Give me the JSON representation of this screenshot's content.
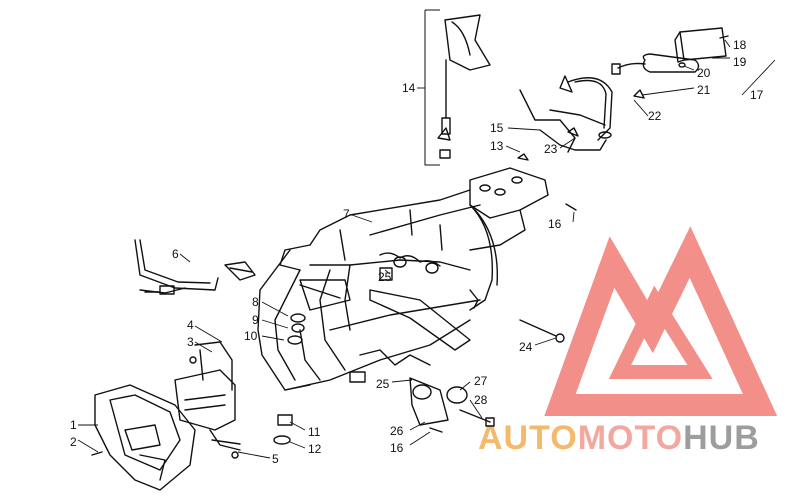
{
  "callouts": [
    {
      "id": "1",
      "label": "1"
    },
    {
      "id": "2",
      "label": "2"
    },
    {
      "id": "3",
      "label": "3"
    },
    {
      "id": "4",
      "label": "4"
    },
    {
      "id": "5",
      "label": "5"
    },
    {
      "id": "6",
      "label": "6"
    },
    {
      "id": "7",
      "label": "7"
    },
    {
      "id": "8",
      "label": "8"
    },
    {
      "id": "9",
      "label": "9"
    },
    {
      "id": "10",
      "label": "10"
    },
    {
      "id": "11",
      "label": "11"
    },
    {
      "id": "12",
      "label": "12"
    },
    {
      "id": "13",
      "label": "13"
    },
    {
      "id": "14",
      "label": "14"
    },
    {
      "id": "15",
      "label": "15"
    },
    {
      "id": "16a",
      "label": "16"
    },
    {
      "id": "16b",
      "label": "16"
    },
    {
      "id": "17",
      "label": "17"
    },
    {
      "id": "18",
      "label": "18"
    },
    {
      "id": "19",
      "label": "19"
    },
    {
      "id": "20",
      "label": "20"
    },
    {
      "id": "21",
      "label": "21"
    },
    {
      "id": "22",
      "label": "22"
    },
    {
      "id": "23",
      "label": "23"
    },
    {
      "id": "24",
      "label": "24"
    },
    {
      "id": "25a",
      "label": "25"
    },
    {
      "id": "25b",
      "label": "25"
    },
    {
      "id": "26",
      "label": "26"
    },
    {
      "id": "27",
      "label": "27"
    },
    {
      "id": "28",
      "label": "28"
    }
  ],
  "watermark": {
    "part1": "AUTO",
    "part2": "MOTO",
    "part3": "HUB",
    "colors": {
      "auto": "#f2a23a",
      "moto": "#f08a80",
      "hub": "#7d7d7d",
      "logo": "#f06a62"
    },
    "logo_icon": "triangle-m-logo"
  },
  "colors": {
    "line": "#111111",
    "background": "#ffffff"
  }
}
